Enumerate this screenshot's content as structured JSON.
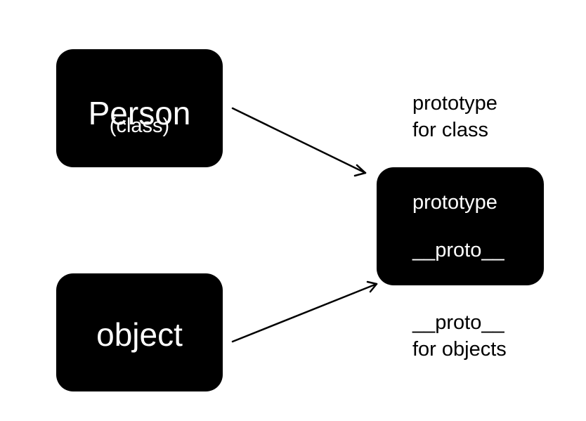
{
  "nodes": {
    "person": {
      "title": "Person",
      "subtitle": "(class)"
    },
    "object": {
      "title": "object"
    },
    "prototype_object": {
      "line1": "prototype",
      "line2": "__proto__"
    }
  },
  "captions": {
    "class_link": {
      "line1": "prototype",
      "line2": "for class"
    },
    "object_link": {
      "line1": "__proto__",
      "line2": "for objects"
    }
  },
  "colors": {
    "box_fill": "#000000",
    "box_text": "#ffffff",
    "arrow": "#000000",
    "background": "#ffffff"
  }
}
